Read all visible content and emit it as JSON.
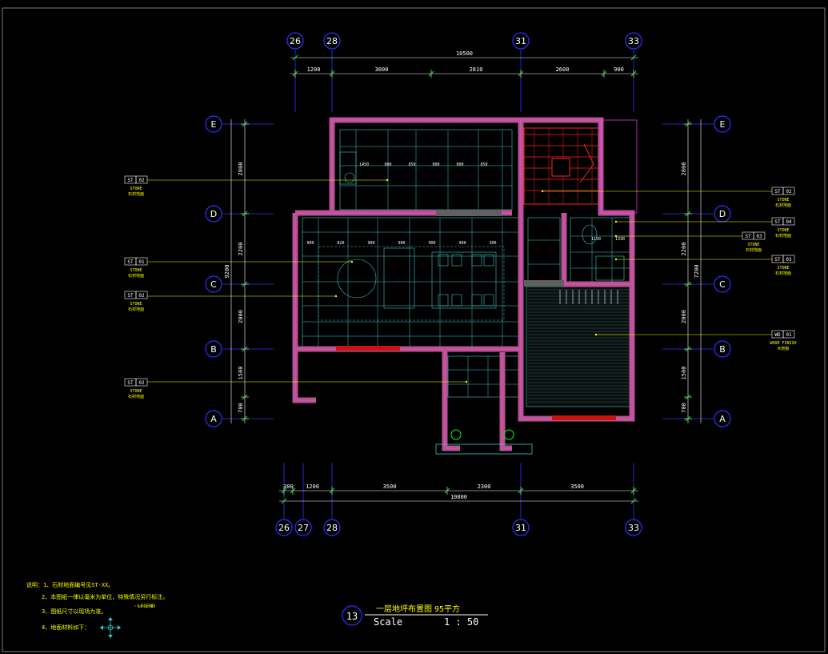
{
  "grid_top": [
    "26",
    "28",
    "31",
    "33"
  ],
  "grid_bottom": [
    "26",
    "27",
    "28",
    "31",
    "33"
  ],
  "grid_left": [
    "E",
    "D",
    "C",
    "B",
    "A"
  ],
  "grid_right": [
    "E",
    "D",
    "C",
    "B",
    "A"
  ],
  "dim_top_total": "10500",
  "dim_top": [
    "1200",
    "3000",
    "2810",
    "2600",
    "900"
  ],
  "dim_bottom_total": "10800",
  "dim_bottom": [
    "300",
    "1200",
    "3500",
    "2300",
    "3500"
  ],
  "dim_left_total": "9200",
  "dim_left": [
    "2800",
    "2200",
    "2000",
    "1500",
    "700"
  ],
  "dim_right_total": "7200",
  "dim_right": [
    "2800",
    "2200",
    "2000",
    "1500",
    "700"
  ],
  "kitchen_dims": [
    "1450",
    "800",
    "850",
    "800",
    "800",
    "850"
  ],
  "living_dims": [
    "900",
    "820",
    "900",
    "900",
    "900",
    "900",
    "300"
  ],
  "bath_dims": [
    "1150",
    "1330"
  ],
  "tags_left": [
    {
      "code": "ST",
      "num": "02",
      "en": "STONE",
      "cn": "石材地面"
    },
    {
      "code": "ST",
      "num": "01",
      "en": "STONE",
      "cn": "石材地面"
    },
    {
      "code": "ST",
      "num": "02",
      "en": "STONE",
      "cn": "石材地面"
    },
    {
      "code": "ST",
      "num": "02",
      "en": "STONE",
      "cn": "石材地面"
    }
  ],
  "tags_right": [
    {
      "code": "ST",
      "num": "02",
      "en": "STONE",
      "cn": "石材地面"
    },
    {
      "code": "ST",
      "num": "04",
      "en": "STONE",
      "cn": "石材地面"
    },
    {
      "code": "ST",
      "num": "03",
      "en": "STONE",
      "cn": "石材地面"
    },
    {
      "code": "ST",
      "num": "03",
      "en": "STONE",
      "cn": "石材地面"
    },
    {
      "code": "WD",
      "num": "01",
      "en": "WOOD FINISH",
      "cn": "木地板"
    }
  ],
  "notes": [
    "说明：1、石材地面编号见ST-XX。",
    "2、本图纸一律以毫米为单位，特殊情况另行标注。",
    "3、图纸尺寸以现场为准。",
    "4、地面材料如下："
  ],
  "legend_label": "LEGEND",
  "title": {
    "number": "13",
    "name": "一层地坪布置图",
    "area": "95平方",
    "scale_label": "Scale",
    "scale_value": "1 : 50"
  },
  "colors": {
    "background": "#000000",
    "wall": "#b3558a",
    "wall_edge": "#ff3cff",
    "grid": "#3030ff",
    "dim": "#ffffff",
    "leader": "#ffff00",
    "tile": "#3cc8c8",
    "stair": "#ff2020",
    "green": "#00ff00",
    "red": "#ff2020"
  }
}
